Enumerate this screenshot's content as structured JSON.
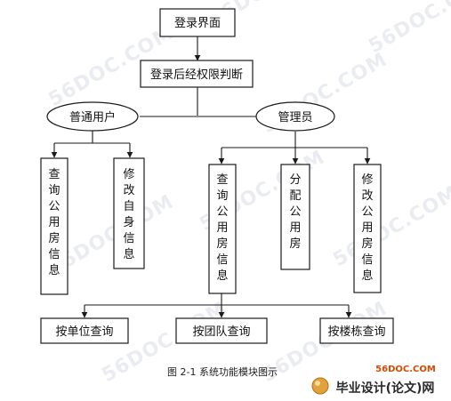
{
  "diagram": {
    "start_box": "登录界面",
    "auth_box": "登录后经权限判断",
    "roles": {
      "user": "普通用户",
      "admin": "管理员"
    },
    "user_functions": [
      "查询公用房信息",
      "修改自身信息"
    ],
    "admin_functions": [
      "查询公用房信息",
      "分配公用房",
      "修改公用房信息"
    ],
    "query_modes": [
      "按单位查询",
      "按团队查询",
      "按楼栋查询"
    ],
    "caption": "图 2-1  系统功能模块图示"
  },
  "watermark": "56DOC.COM",
  "branding": {
    "url": "56DOC.COM",
    "name": "毕业设计(论文)网"
  },
  "colors": {
    "stroke": "#1a1a1a",
    "watermark": "#d9dde6",
    "brand_accent": "#d44a00"
  }
}
